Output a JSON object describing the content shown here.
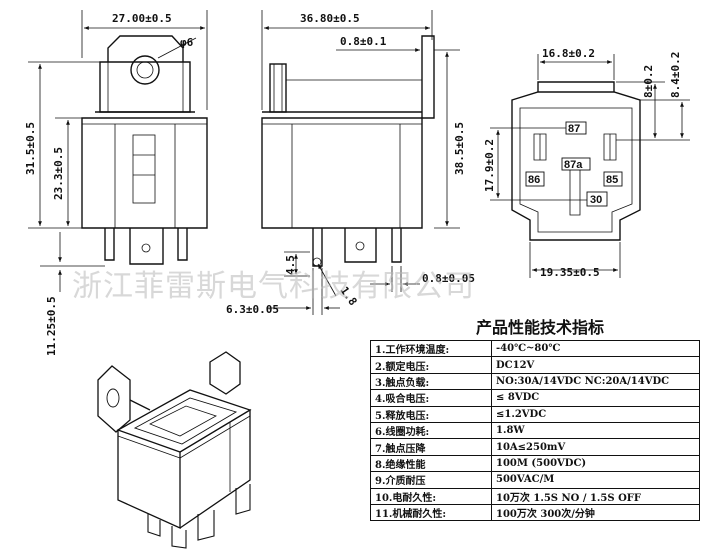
{
  "dimensions": {
    "front_width": "27.00±0.5",
    "hole_diameter": "φ6",
    "front_height_total": "31.5±0.5",
    "front_height_body": "23.3±0.5",
    "pin_length": "11.25±0.5",
    "side_width": "36.80±0.5",
    "bracket_thickness": "0.8±0.1",
    "side_height": "38.5±0.5",
    "pin_slot_height": "4.5",
    "pin_slot_dia": "1.8",
    "pin_width": "6.3±0.05",
    "pin_thickness": "0.8±0.05",
    "bottom_top_width": "16.8±0.2",
    "bottom_offset_1": "8±0.2",
    "bottom_offset_2": "8.4±0.2",
    "bottom_height": "17.9±0.2",
    "bottom_width": "19.35±0.5"
  },
  "pins": {
    "p87": "87",
    "p87a": "87a",
    "p86": "86",
    "p85": "85",
    "p30": "30"
  },
  "watermark": "浙江菲雷斯电气科技有限公司",
  "spec_title": "产品性能技术指标",
  "specs": [
    {
      "key": "1.工作环境温度:",
      "value": "-40℃~80℃"
    },
    {
      "key": "2.额定电压:",
      "value": "DC12V"
    },
    {
      "key": "3.触点负载:",
      "value": "NO:30A/14VDC NC:20A/14VDC"
    },
    {
      "key": "4.吸合电压:",
      "value": "≤ 8VDC"
    },
    {
      "key": "5.释放电压:",
      "value": "≤1.2VDC"
    },
    {
      "key": "6.线圈功耗:",
      "value": "1.8W"
    },
    {
      "key": "7.触点压降",
      "value": "10A≤250mV"
    },
    {
      "key": "8.绝缘性能",
      "value": "100M (500VDC)"
    },
    {
      "key": "9.介质耐压",
      "value": "500VAC/M"
    },
    {
      "key": "10.电耐久性:",
      "value": "10万次 1.5S NO / 1.5S OFF"
    },
    {
      "key": "11.机械耐久性:",
      "value": "100万次 300次/分钟"
    }
  ]
}
